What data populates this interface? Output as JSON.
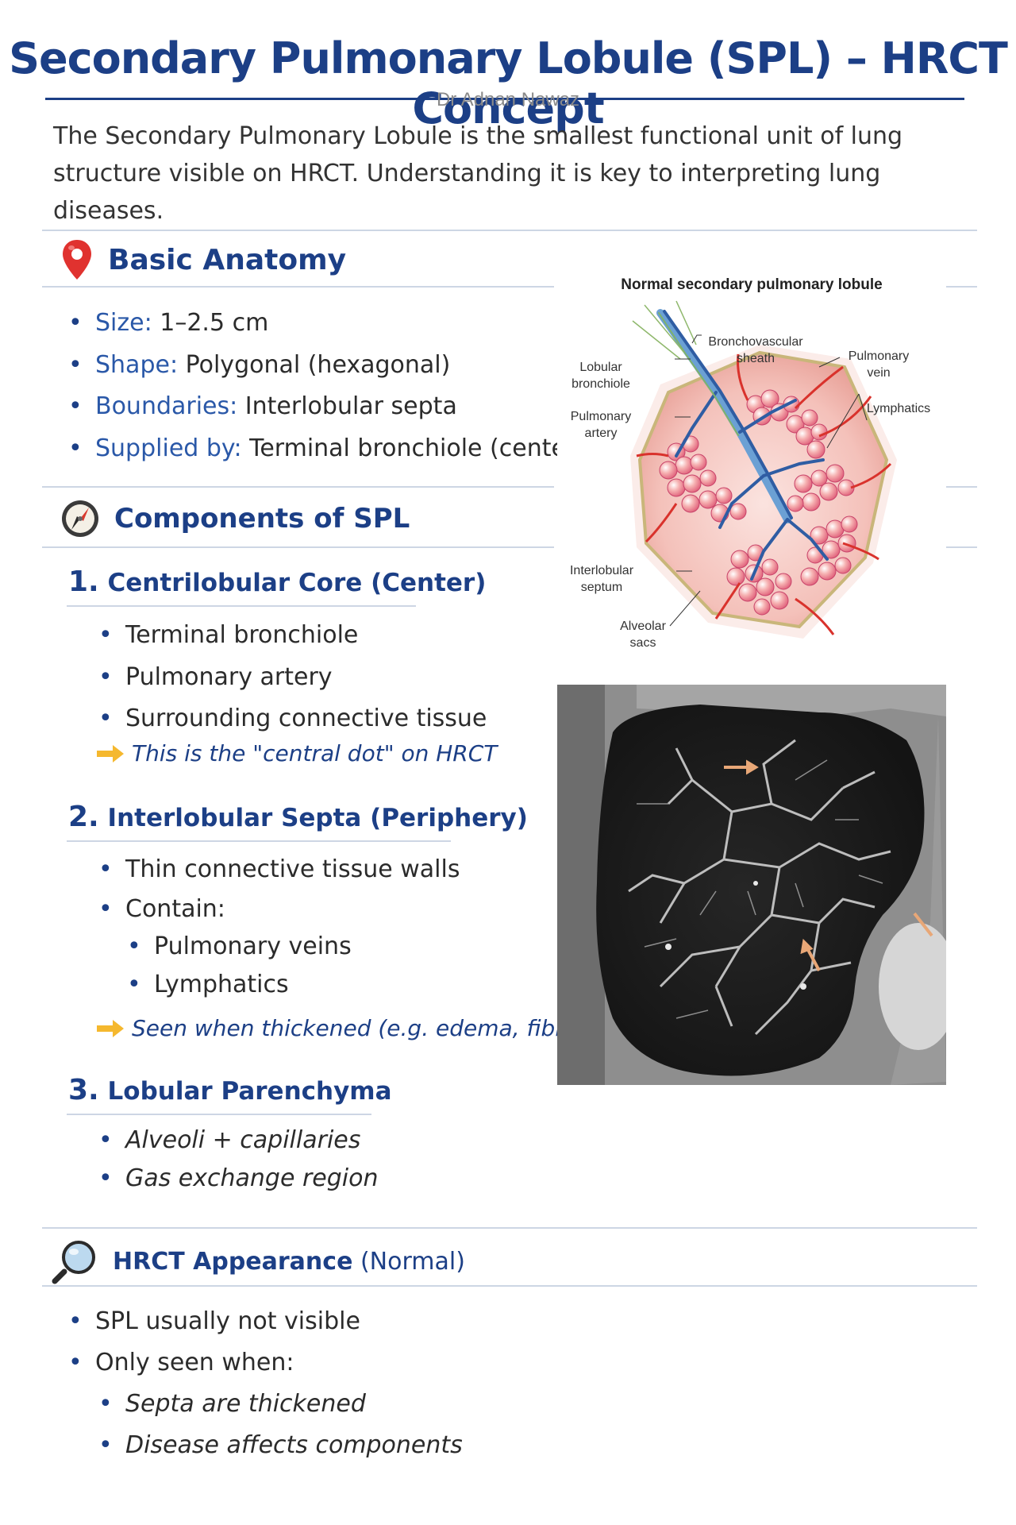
{
  "header": {
    "title": "Secondary Pulmonary Lobule (SPL) – HRCT Concept",
    "author": "Dr Adnan Nawaz",
    "intro": "The Secondary Pulmonary Lobule is the smallest functional unit of lung structure visible on HRCT. Understanding it is key to interpreting lung diseases."
  },
  "basic_anatomy": {
    "heading": "Basic Anatomy",
    "icon": "map-pin-icon",
    "items": [
      {
        "key": "Size:",
        "value": " 1–2.5 cm"
      },
      {
        "key": "Shape:",
        "value": " Polygonal (hexagonal)"
      },
      {
        "key": "Boundaries:",
        "value": " Interlobular septa"
      },
      {
        "key": "Supplied by:",
        "value": " Terminal bronchiole (center)"
      }
    ]
  },
  "components": {
    "heading": "Components of SPL",
    "icon": "compass-icon",
    "core": {
      "number": "1.",
      "title": "Centrilobular Core (Center)",
      "items": [
        "Terminal bronchiole",
        "Pulmonary artery",
        "Surrounding connective tissue"
      ],
      "note": "This is the \"central dot\" on HRCT"
    },
    "septa": {
      "number": "2.",
      "title": "Interlobular Septa (Periphery)",
      "items": [
        "Thin connective tissue walls",
        "Contain:"
      ],
      "sub_items": [
        "Pulmonary veins",
        "Lymphatics"
      ],
      "note": "Seen when thickened (e.g. edema, fibrosis)"
    },
    "parenchyma": {
      "number": "3.",
      "title": "Lobular Parenchyma",
      "items": [
        "Alveoli + capillaries",
        "Gas exchange region"
      ]
    }
  },
  "hrct": {
    "heading": "HRCT Appearance",
    "heading_suffix": " (Normal)",
    "icon": "magnifier-icon",
    "items": [
      "SPL usually not visible",
      "Only seen when:"
    ],
    "sub_items": [
      "Septa are thickened",
      "Disease affects components"
    ]
  },
  "figure": {
    "title": "Normal secondary pulmonary lobule",
    "labels": {
      "bronchovascular": "Bronchovascular sheath",
      "pulmonary_vein": "Pulmonary vein",
      "lobular_bronchiole": "Lobular bronchiole",
      "lymphatics": "Lymphatics",
      "pulmonary_artery": "Pulmonary artery",
      "interlobular_septum": "Interlobular septum",
      "alveolar_sacs": "Alveolar sacs"
    }
  },
  "colors": {
    "heading_blue": "#1c3f86",
    "key_blue": "#2a58a8",
    "arrow_yellow": "#f5b82e",
    "pin_red": "#e0322f"
  }
}
